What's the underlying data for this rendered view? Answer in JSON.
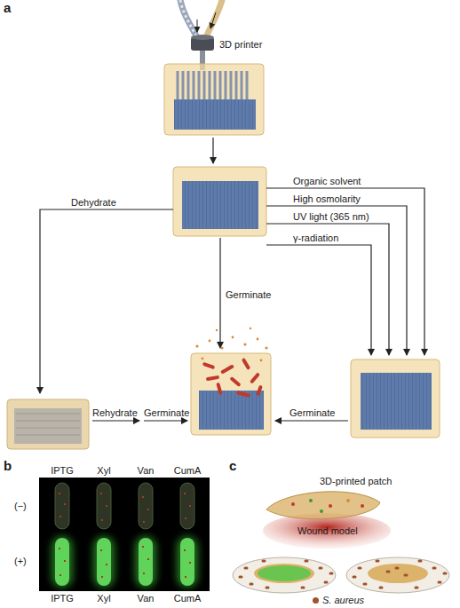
{
  "diagram": {
    "nodes": [
      {
        "text": [
          "3D printer"
        ]
      },
      {
        "text": [
          "3D-printed patch"
        ]
      },
      {
        "text": [
          "Wound model"
        ]
      }
    ],
    "labels": [
      "a",
      "Organic solvent",
      "High osmolarity",
      "UV light (365 nm)",
      "γ-radiation",
      "Dehydrate",
      "Germinate",
      "Rehydrate",
      "Germinate",
      "Germinate",
      "b",
      "IPTG",
      "Xyl",
      "Van",
      "CumA",
      "(−)",
      "(+)",
      "IPTG",
      "Xyl",
      "Van",
      "CumA",
      "c"
    ],
    "legend": [
      {
        "text": "S. aureus",
        "color": "#a0522d"
      }
    ]
  }
}
